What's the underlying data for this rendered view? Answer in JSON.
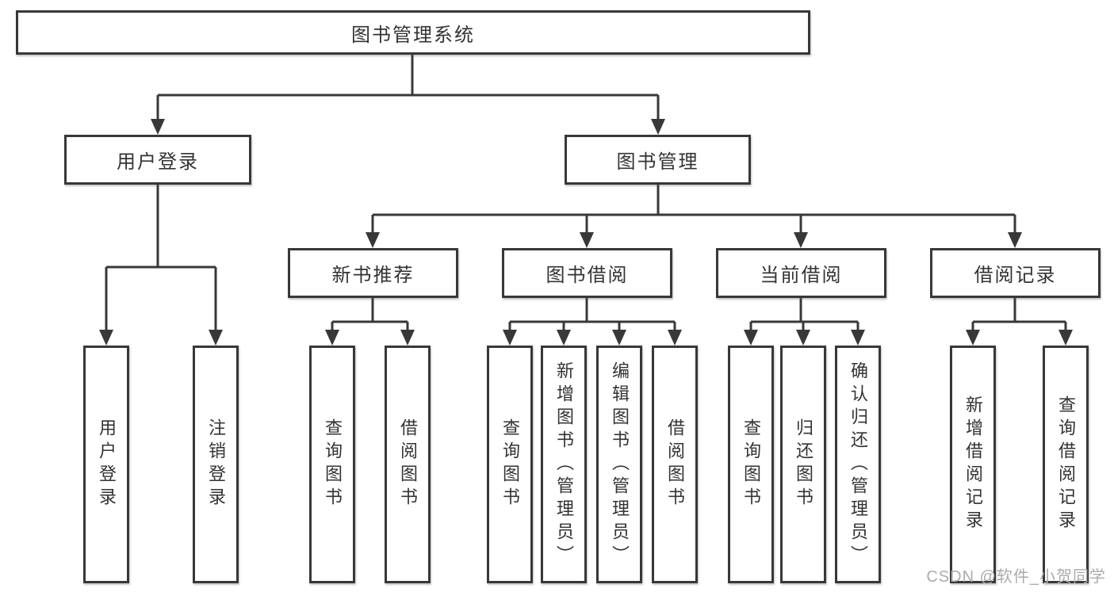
{
  "diagram": {
    "root": {
      "label": "图书管理系统",
      "children": [
        {
          "label": "用户登录",
          "children": [
            {
              "label": "用户登录"
            },
            {
              "label": "注销登录"
            }
          ]
        },
        {
          "label": "图书管理",
          "children": [
            {
              "label": "新书推荐",
              "children": [
                {
                  "label": "查询图书"
                },
                {
                  "label": "借阅图书"
                }
              ]
            },
            {
              "label": "图书借阅",
              "children": [
                {
                  "label": "查询图书"
                },
                {
                  "label": "新增图书（管理员）"
                },
                {
                  "label": "编辑图书（管理员）"
                },
                {
                  "label": "借阅图书"
                }
              ]
            },
            {
              "label": "当前借阅",
              "children": [
                {
                  "label": "查询图书"
                },
                {
                  "label": "归还图书"
                },
                {
                  "label": "确认归还（管理员）"
                }
              ]
            },
            {
              "label": "借阅记录",
              "children": [
                {
                  "label": "新增借阅记录"
                },
                {
                  "label": "查询借阅记录"
                }
              ]
            }
          ]
        }
      ]
    }
  },
  "watermark": {
    "text": "CSDN @软件_小贺同学",
    "color": "#ababab"
  },
  "colors": {
    "line": "#383838",
    "text": "#333333",
    "background": "#ffffff"
  }
}
